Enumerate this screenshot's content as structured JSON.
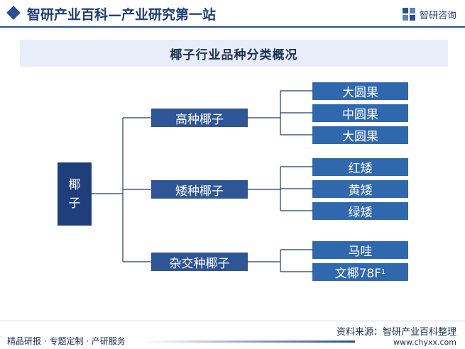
{
  "header": {
    "title": "智研产业百科—产业研究第一站",
    "brand": "智研咨询"
  },
  "diagram": {
    "title": "椰子行业品种分类概况",
    "root": {
      "line1": "椰",
      "line2": "子"
    },
    "groups": [
      {
        "label": "高种椰子",
        "leaves": [
          "大圆果",
          "中圆果",
          "大圆果"
        ]
      },
      {
        "label": "矮种椰子",
        "leaves": [
          "红矮",
          "黄矮",
          "绿矮"
        ]
      },
      {
        "label": "杂交种椰子",
        "leaves": [
          "马哇",
          "文椰78F",
          "1"
        ]
      }
    ]
  },
  "footer": {
    "tagline": "精品研报 · 专题定制 · 产研服务",
    "source": "资料来源：智研产业百科整理",
    "url": "www.chyxx.com"
  },
  "colors": {
    "root": "#1e3f7c",
    "group": "#2e5595",
    "leaf": "#2f68ad",
    "title_band": "#e7eef9",
    "connector": "#1e3a6e"
  }
}
